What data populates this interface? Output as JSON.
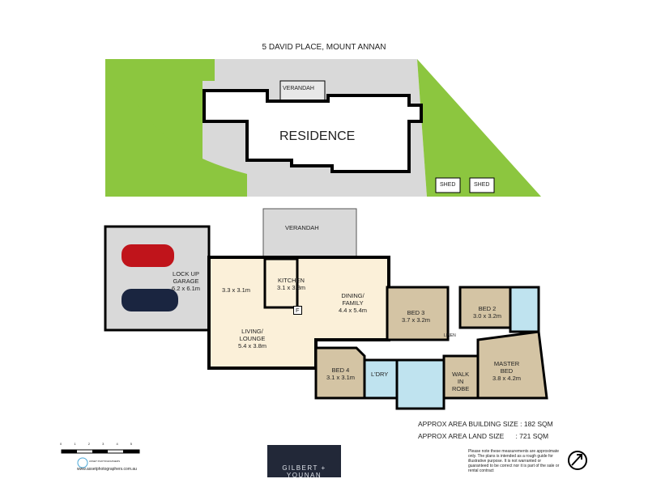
{
  "title": "5 DAVID PLACE, MOUNT ANNAN",
  "site": {
    "verandah": "VERANDAH",
    "residence": "RESIDENCE",
    "shed1": "SHED",
    "shed2": "SHED"
  },
  "rooms": {
    "verandah": "VERANDAH",
    "garage": "LOCK UP\nGARAGE\n6.2 x 6.1m",
    "room33": "3.3 x 3.1m",
    "kitchen": "KITCHEN\n3.1 x 3.8m",
    "dining": "DINING/\nFAMILY\n4.4 x 5.4m",
    "living": "LIVING/\nLOUNGE\n5.4 x 3.8m",
    "bed3": "BED 3\n3.7 x 3.2m",
    "bed2": "BED 2\n3.0 x 3.2m",
    "linen": "LINEN",
    "bed4": "BED 4\n3.1 x 3.1m",
    "ldry": "L'DRY",
    "wir": "WALK\nIN\nROBE",
    "master": "MASTER\nBED\n3.8 x 4.2m",
    "fridge": "F"
  },
  "areas": {
    "building": "APPROX AREA BUILDING SIZE : 182 SQM",
    "land": "APPROX AREA LAND SIZE      : 721 SQM"
  },
  "disclaimer": "Please note these measurements are approximate only. The plans is intended as a rough guide for illustrative purpose. It is not warranted or guaranteed to be correct nor it is part of the sale or rental contract",
  "scale": {
    "ticks": [
      "0",
      "1",
      "2",
      "3",
      "4",
      "5"
    ]
  },
  "photographer": {
    "url": "www.assetphotographers.com.au",
    "logo_text": "ASSET PHOTOGRAPHERS"
  },
  "agency": "GILBERT + YOUNAN",
  "colors": {
    "green": "#8cc63f",
    "grey": "#d9d9d9",
    "cream": "#fbf0d9",
    "tan": "#d4c4a4",
    "blue": "#bfe3ef"
  }
}
